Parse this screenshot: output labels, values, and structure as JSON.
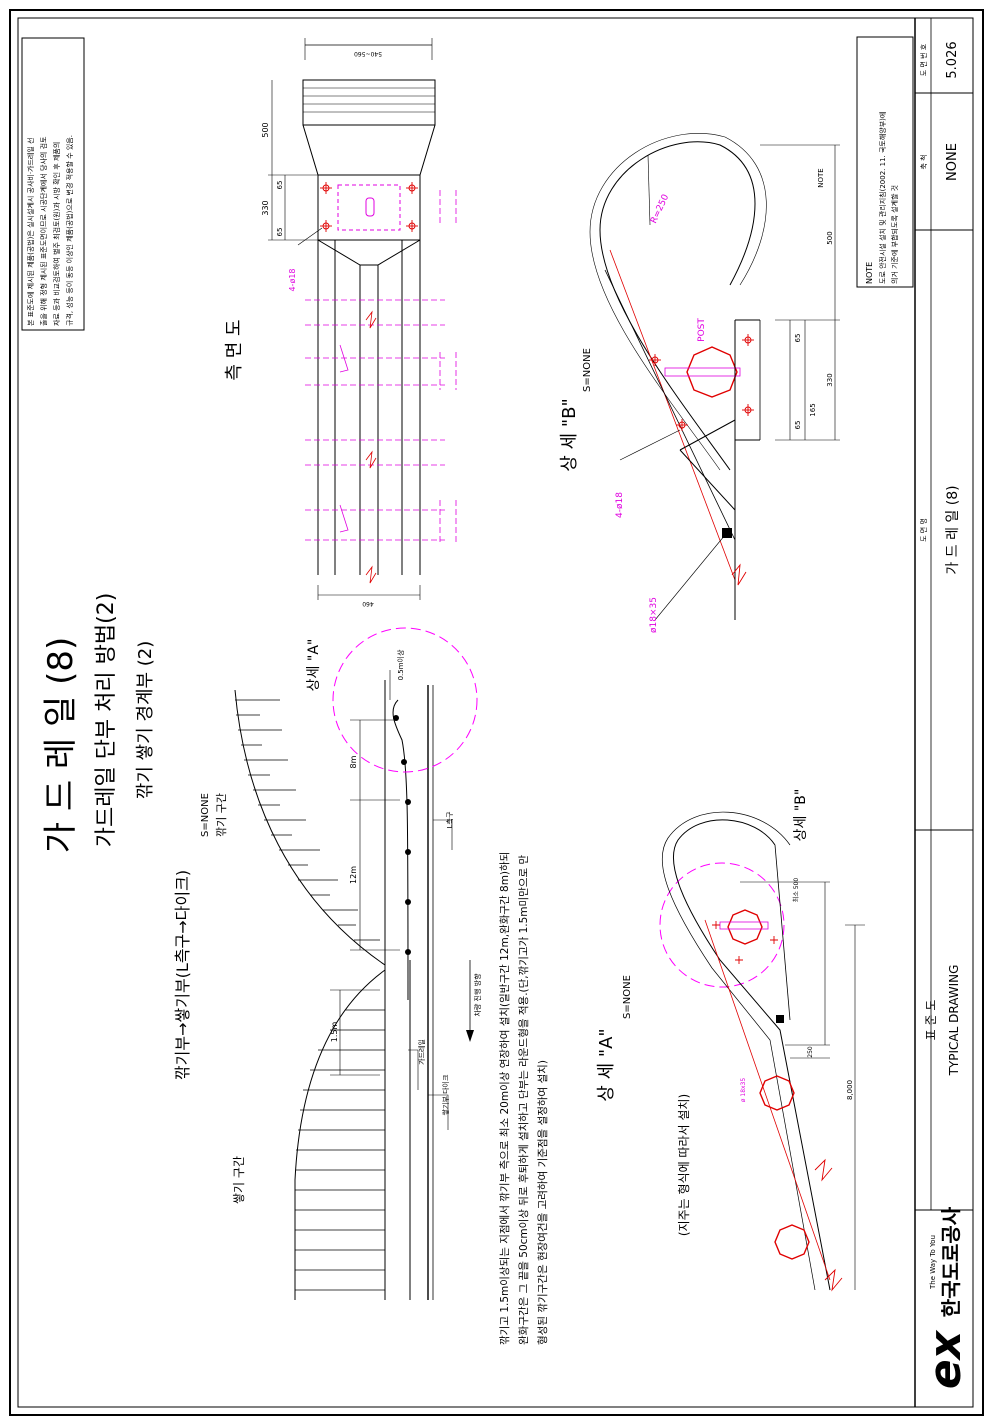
{
  "drawing": {
    "main_title": "가 드 레 일 (8)",
    "subtitle1": "가드레일 단부 처리 방법(2)",
    "subtitle2": "깎기 쌓기 경계부 (2)",
    "top_note": [
      "본 표준도에 제시된 제품(공법)은 실시설계시 공사비·가드레일 선",
      "출을 위해 정형 제시된 표준도면이므로 시공단계에서 당사의 검토",
      "자료 등과 비교검토하여 별주 최검토(원)과 시방 확인 후 제품의",
      "규격, 성능 등이 동등 이상인 제품(공법)으로 변경 적용할 수 있음."
    ],
    "side_view_label": "측 면 도",
    "dim_top": "540~560",
    "dim_500": "500",
    "dim_330": "330",
    "dim_65a": "65",
    "dim_65b": "65",
    "bolt_label": "4-ø18",
    "dim_bottom": "460",
    "section_title": "깎기부→쌓기부(L측구→다이크)",
    "section_scale": "S=NONE",
    "cut_zone": "깎기 구간",
    "fill_zone": "쌓기 구간",
    "dim_12m": "12m",
    "dim_8m": "8m",
    "dim_1_5m": "1.5m",
    "dim_0_5m": "0.5m이상",
    "l_gutter": "L측구",
    "guardrail_label": "가드레일",
    "dike_label": "쌓기부 다이크",
    "travel_dir": "차량 진행 방향",
    "detail_a_circle": "상세 \"A\"",
    "note_text": [
      "깎기고 1.5m이상되는 지점에서 깎기부 측으로 최소 20m이상 연장하여 설치(일반구간 12m,완화구간 8m)하되",
      "완화구간은 그 끝을 50cm이상 뒤로 후퇴하게 설치하고 단부는 라운드형을 적용.(단,깎기고가 1.5m미만으로 만",
      "형성된 깎기구간은 현장여건을 고려하여 기준점을 설정하여 설치)"
    ],
    "detail_a_title": "상 세 \"A\"",
    "detail_a_scale": "S=NONE",
    "support_note": "(지주는 형식에 따라서 설치)",
    "dim_8000": "8,000",
    "dim_250": "250",
    "dim_mid": "최소 500",
    "post_small": "ø 18x35",
    "detail_b_title": "상 세 \"B\"",
    "detail_b_scale": "S=NONE",
    "detail_b_inner": "상세 \"B\"",
    "radius_label": "R=250",
    "post_label": "POST",
    "bolt_b": "4-ø18",
    "slot_b": "ø18×35",
    "note_label": "NOTE",
    "dim_b_500": "500",
    "dim_b_330": "330",
    "dim_b_65a": "65",
    "dim_b_165": "165",
    "dim_b_65b": "65"
  },
  "note_box": {
    "title": "NOTE",
    "line1": "도로 안전시설 설치 및 관리지침(2002. 11. 국토해양부)에",
    "line2": "의거 기준에 부합되도록 설계할 것"
  },
  "title_block": {
    "scale_label": "축  척",
    "scale_value": "NONE",
    "drawing_no_label": "도 면 번 호",
    "drawing_no_value": "5.026",
    "drawing_name_label": "도          면          명",
    "drawing_name_value": "가 드 레 일 (8)",
    "standard_label": "표          준          도",
    "typical_drawing": "TYPICAL DRAWING",
    "company_name": "한국도로공사",
    "company_sub": "The Way To You",
    "logo_text": "ex"
  },
  "colors": {
    "line": "#000000",
    "magenta": "#e000e0",
    "red": "#e00000",
    "dash_circle": "#ff00ff"
  }
}
